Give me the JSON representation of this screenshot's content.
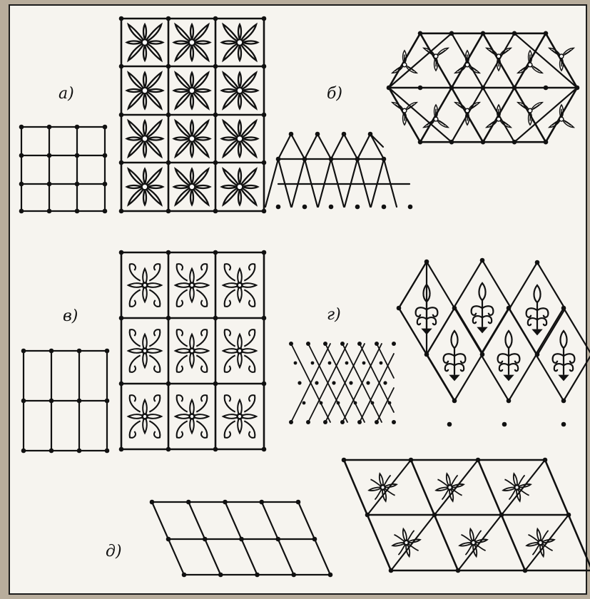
{
  "labels": {
    "a": "а)",
    "b": "б)",
    "v": "в)",
    "g": "г)",
    "d": "д)"
  },
  "colors": {
    "ink": "#111111",
    "paper": "#f6f4ef",
    "backdrop": "#b8ad9c"
  },
  "motifs": {
    "a": "cross-petal-flower",
    "b": "three-petal-flower",
    "v": "scroll-flower",
    "g": "tulip-sprig",
    "d": "star-flower"
  }
}
